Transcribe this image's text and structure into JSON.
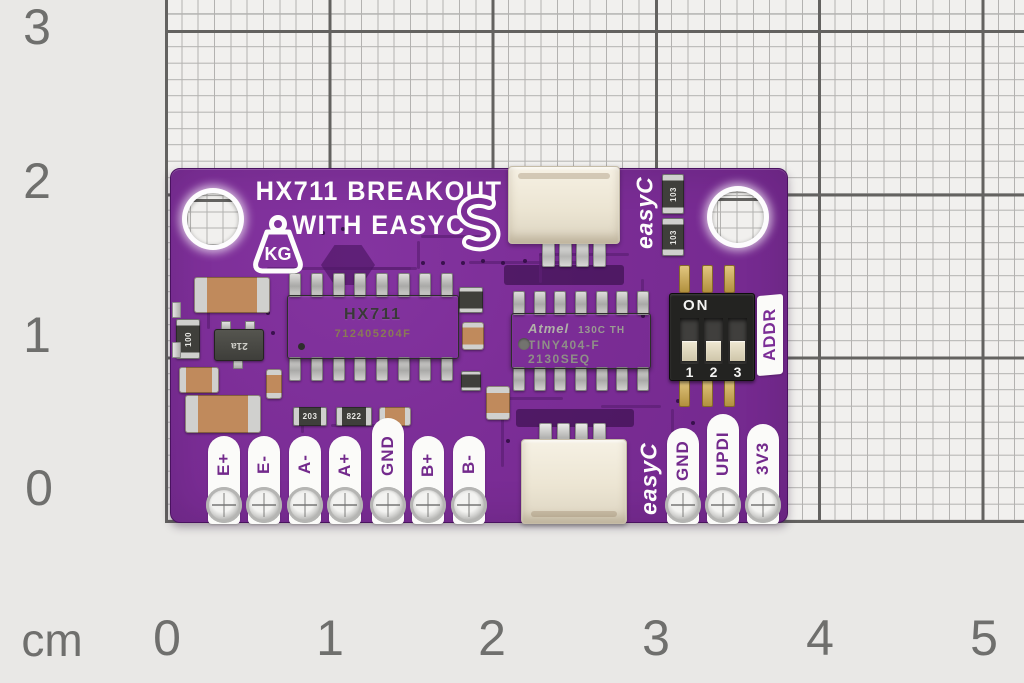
{
  "ruler": {
    "unit": "cm",
    "x_labels": [
      "0",
      "1",
      "2",
      "3",
      "4",
      "5"
    ],
    "y_labels": [
      "3",
      "2",
      "1",
      "0"
    ]
  },
  "board": {
    "title_line1": "HX711 BREAKOUT",
    "title_line2": "WITH EASYC",
    "weight_icon_text": "KG",
    "easyc_label_top": "easyC",
    "easyc_label_bottom": "easyC",
    "addr_label": "ADDR",
    "hx711_chip": {
      "name": "HX711",
      "serial": "712405204F"
    },
    "mcu_chip": {
      "brand": "Atmel",
      "lot": "130C TH",
      "part": "TINY404-F",
      "date_code": "2130SEQ"
    },
    "dip_switch": {
      "on_label": "ON",
      "positions": [
        "1",
        "2",
        "3"
      ]
    },
    "left_pins": [
      "E+",
      "E-",
      "A-",
      "A+",
      "GND",
      "B+",
      "B-"
    ],
    "right_pins": [
      "GND",
      "UPDI",
      "3V3"
    ],
    "component_labels": {
      "transistor": "21a",
      "resistor_100": "100",
      "resistor_203": "203",
      "resistor_822": "822",
      "resistor_103a": "103",
      "resistor_103b": "103"
    }
  },
  "colors": {
    "pcb_purple": "#7b2d96",
    "trace_purple": "#5c2075",
    "silkscreen_white": "#fdfdfc",
    "paper": "#f1f0ee",
    "grid_thin": "#b3b2b0",
    "grid_thick": "#636260",
    "background": "#e9e8e6",
    "ruler_text": "#6f6f6d",
    "connector_cream": "#ece5d3",
    "gold_pin": "#c9a84c"
  }
}
